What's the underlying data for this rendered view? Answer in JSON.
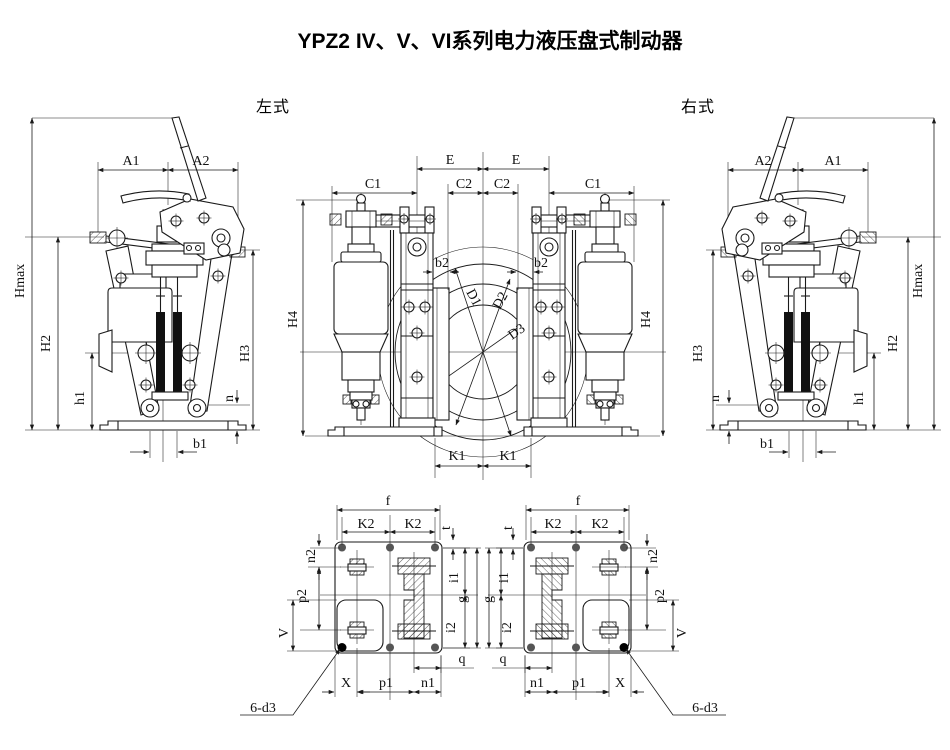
{
  "title": "YPZ2 IV、V、VI系列电力液压盘式制动器",
  "views": {
    "left_label": "左式",
    "right_label": "右式"
  },
  "dim_labels": {
    "A1": "A1",
    "A2": "A2",
    "Hmax": "Hmax",
    "H2": "H2",
    "h1": "h1",
    "H3": "H3",
    "n": "n",
    "b1": "b1",
    "E": "E",
    "C1": "C1",
    "C2": "C2",
    "b2": "b2",
    "H4": "H4",
    "D1": "D1",
    "D2": "D2",
    "D3": "D3",
    "K1": "K1",
    "f": "f",
    "K2": "K2",
    "t": "t",
    "n2": "n2",
    "p2": "p2",
    "V": "V",
    "i1": "i1",
    "i2": "i2",
    "g": "g",
    "q": "q",
    "X": "X",
    "p1": "p1",
    "n1": "n1",
    "holes": "6-d3"
  },
  "colors": {
    "line": "#1a1a1a",
    "background": "#ffffff"
  }
}
